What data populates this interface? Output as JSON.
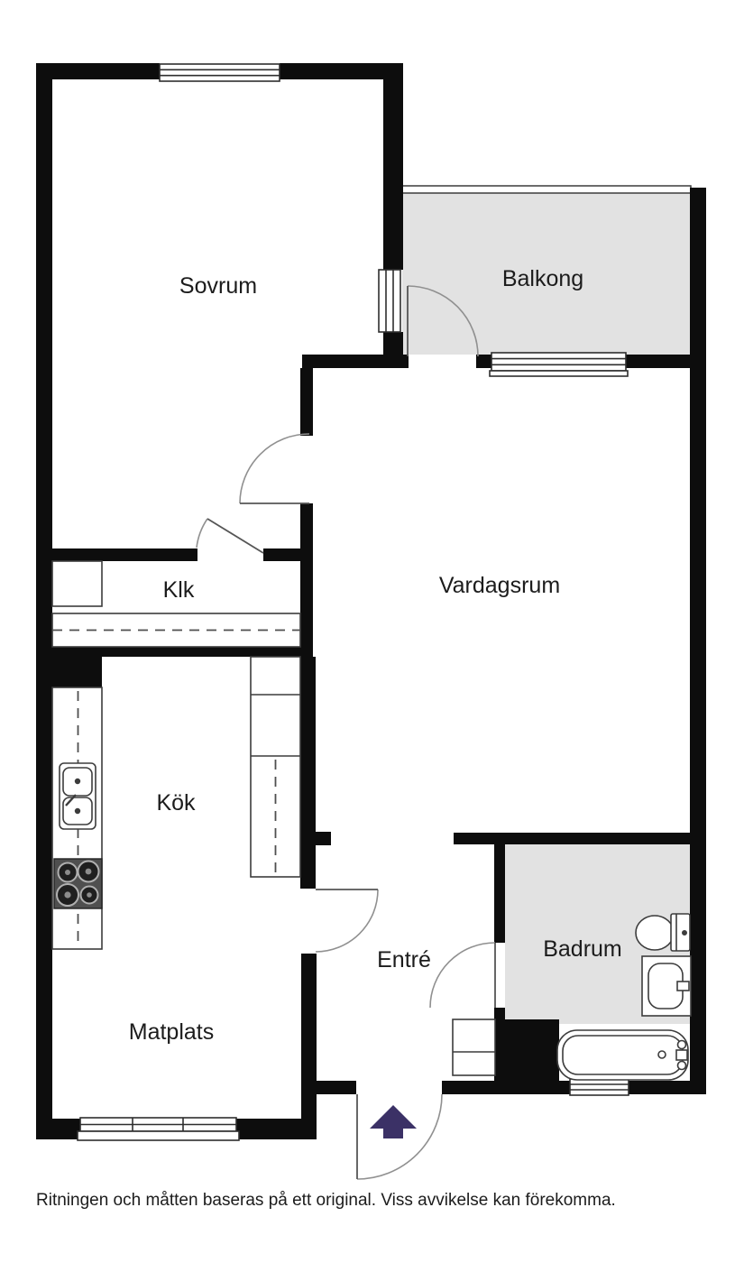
{
  "plan": {
    "rooms": {
      "sovrum": {
        "label": "Sovrum"
      },
      "balkong": {
        "label": "Balkong"
      },
      "vardagsrum": {
        "label": "Vardagsrum"
      },
      "klk": {
        "label": "Klk"
      },
      "kok": {
        "label": "Kök"
      },
      "entre": {
        "label": "Entré"
      },
      "badrum": {
        "label": "Badrum"
      },
      "matplats": {
        "label": "Matplats"
      }
    },
    "caption": "Ritningen och måtten baseras på ett original. Viss avvikelse kan förekomma.",
    "colors": {
      "wall": "#0d0d0d",
      "balcony_floor": "#e2e2e2",
      "bathroom_floor": "#e2e2e2",
      "entry_arrow": "#3b3166",
      "door_arc": "#909090",
      "door_leaf": "#565656",
      "fixture_line": "#3c3c3c",
      "text": "#1c1c1c"
    }
  }
}
